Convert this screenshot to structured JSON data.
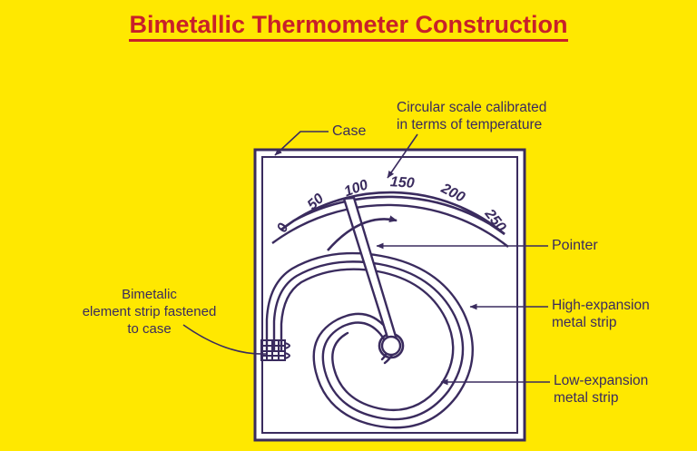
{
  "page": {
    "background_color": "#FFE800",
    "ink_color": "#3A2B5E",
    "title_color": "#C8202A"
  },
  "title": {
    "text": "Bimetallic Thermometer Construction"
  },
  "annotations": {
    "case": "Case",
    "scale": "Circular scale calibrated\nin terms of temperature",
    "pointer": "Pointer",
    "high_expansion": "High-expansion\nmetal strip",
    "low_expansion": "Low-expansion\nmetal strip",
    "bimetal": "Bimetalic\nelement strip fastened\nto case"
  },
  "chart_data": {
    "type": "gauge-scale",
    "title": "Bimetallic Thermometer Construction",
    "units": "temperature",
    "tick_labels": [
      "0",
      "50",
      "100",
      "150",
      "200",
      "250"
    ],
    "tick_values": [
      0,
      50,
      100,
      150,
      200,
      250
    ],
    "range": [
      0,
      250
    ],
    "pointer_reading": 100,
    "scale_shape": "arc",
    "arc_center": [
      430,
      432
    ],
    "arc_radius_outer": 222,
    "arc_radius_inner": 196,
    "arc_start_angle_deg": 215,
    "arc_end_angle_deg": 325,
    "elements": [
      "case",
      "circular scale",
      "pointer",
      "bimetallic spiral",
      "high-expansion metal strip",
      "low-expansion metal strip",
      "fastening clamp"
    ]
  },
  "scale": {
    "ticks": [
      {
        "label": "0",
        "angle": -62
      },
      {
        "label": "50",
        "angle": -43
      },
      {
        "label": "100",
        "angle": -22
      },
      {
        "label": "150",
        "angle": 2
      },
      {
        "label": "200",
        "angle": 27
      },
      {
        "label": "250",
        "angle": 50
      }
    ]
  }
}
